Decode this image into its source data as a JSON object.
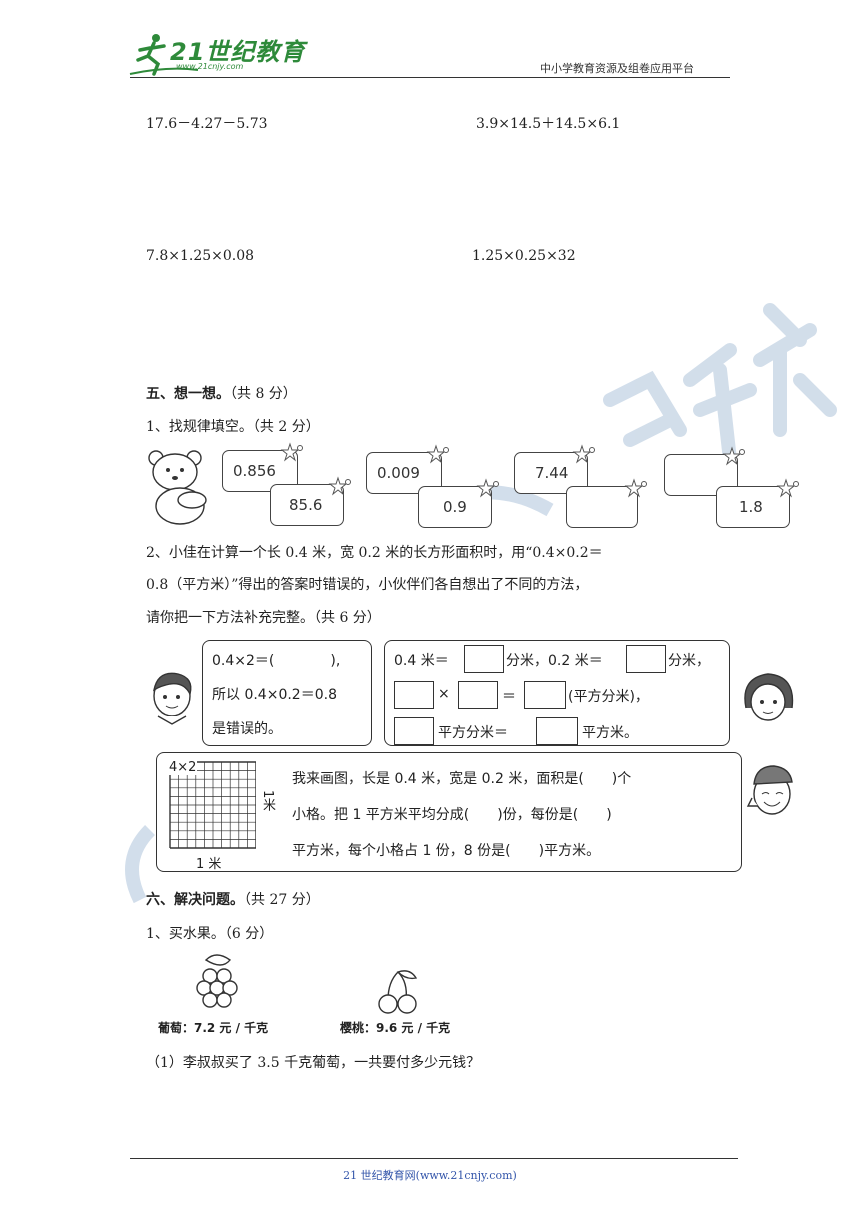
{
  "header": {
    "logo_text": "21世纪教育",
    "logo_url": "www.21cnjy.com",
    "right_text": "中小学教育资源及组卷应用平台"
  },
  "calc": {
    "e1": "17.6－4.27－5.73",
    "e2": "3.9×14.5＋14.5×6.1",
    "e3": "7.8×1.25×0.08",
    "e4": "1.25×0.25×32"
  },
  "sec5": {
    "title": "五、想一想。",
    "score": "（共 8 分）"
  },
  "q1": {
    "label": "1、找规律填空。",
    "score": "（共 2 分）",
    "pairs": [
      {
        "top": "0.856",
        "bottom": "85.6"
      },
      {
        "top": "0.009",
        "bottom": "0.9"
      },
      {
        "top": "7.44",
        "bottom": ""
      },
      {
        "top": "",
        "bottom": "1.8"
      }
    ]
  },
  "q2": {
    "line1": "2、小佳在计算一个长 0.4 米，宽 0.2 米的长方形面积时，用“0.4×0.2＝",
    "line2": "0.8（平方米）”得出的答案时错误的，小伙伴们各自想出了不同的方法，",
    "line3": "请你把一下方法补充完整。",
    "score": "（共 6 分）"
  },
  "p1": {
    "l1": "0.4×2＝(　　　　),",
    "l2": "所以 0.4×0.2＝0.8",
    "l3": "是错误的。"
  },
  "p2": {
    "a": "0.4 米＝",
    "b": "分米，0.2 米＝",
    "c": "分米，",
    "d": "×",
    "e": "＝",
    "f": "(平方分米)，",
    "g": "平方分米＝",
    "h": "平方米。"
  },
  "p3": {
    "grid_label": "4×2",
    "side_label": "1米",
    "bottom_label": "1 米",
    "l1": "我来画图，长是 0.4 米，宽是 0.2 米，面积是(　　)个",
    "l2": "小格。把 1 平方米平均分成(　　)份，每份是(　　)",
    "l3": "平方米，每个小格占 1 份，8 份是(　　)平方米。"
  },
  "sec6": {
    "title": "六、解决问题。",
    "score": "（共 27 分）"
  },
  "q6_1": {
    "label": "1、买水果。（6 分）",
    "grape": "葡萄：7.2 元 / 千克",
    "cherry": "樱桃：9.6 元 / 千克",
    "sub1": "（1）李叔叔买了 3.5 千克葡萄，一共要付多少元钱？"
  },
  "footer": {
    "text": "21 世纪教育网(www.21cnjy.com)"
  }
}
